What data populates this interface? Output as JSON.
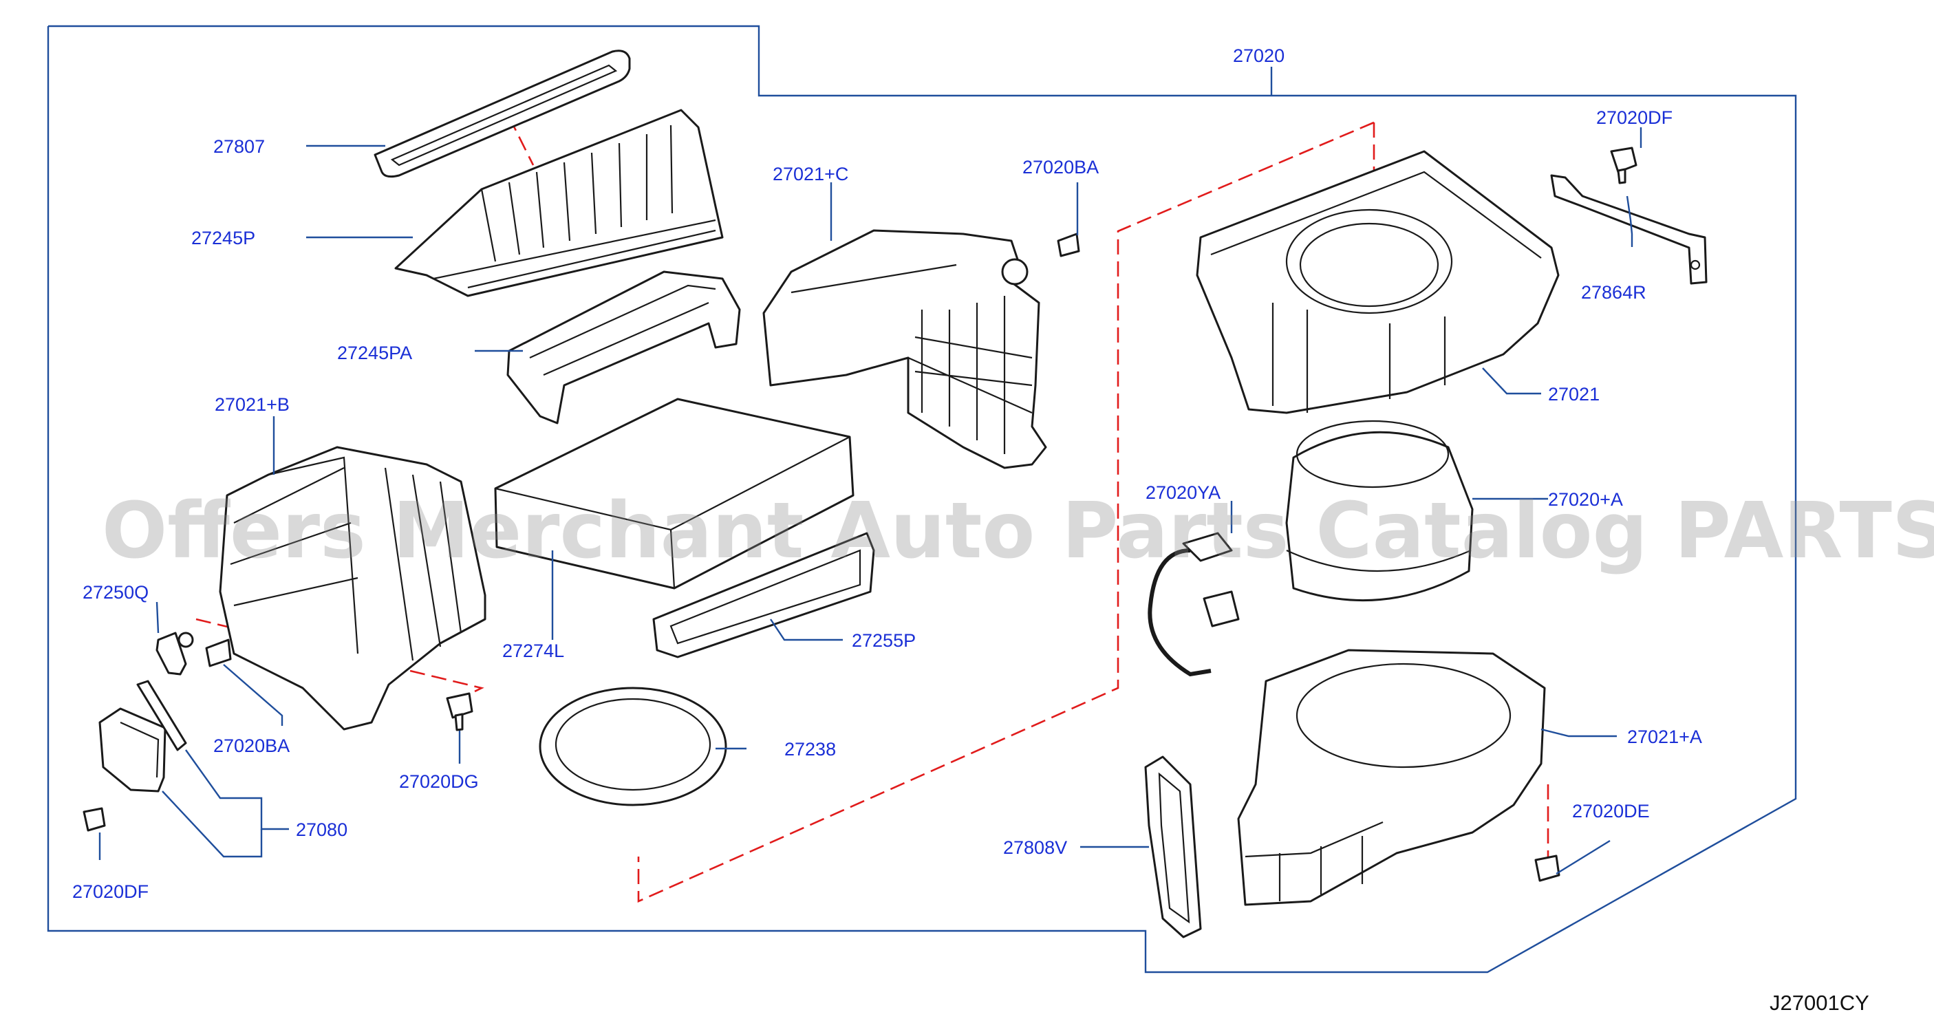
{
  "watermark": "Offers Merchant Auto Parts Catalog PARTSTORE.SA",
  "diagram_ref": "J27001CY",
  "colors": {
    "label": "#1a2fd6",
    "frame": "#1f4e9c",
    "dashed_guide": "#e11b1b",
    "line_art": "#1a1a1a"
  },
  "labels": {
    "p27020": "27020",
    "p27807": "27807",
    "p27245P": "27245P",
    "p27245PA": "27245PA",
    "p27021C": "27021+C",
    "p27020BA_top": "27020BA",
    "p27020DF_top": "27020DF",
    "p27864R": "27864R",
    "p27021": "27021",
    "p27021B": "27021+B",
    "p27020YA": "27020YA",
    "p27020A": "27020+A",
    "p27250Q": "27250Q",
    "p27274L": "27274L",
    "p27255P": "27255P",
    "p27020BA_bottom": "27020BA",
    "p27238": "27238",
    "p27020DG": "27020DG",
    "p27080": "27080",
    "p27021A": "27021+A",
    "p27020DE": "27020DE",
    "p27020DF_bottom": "27020DF",
    "p27808V": "27808V"
  }
}
